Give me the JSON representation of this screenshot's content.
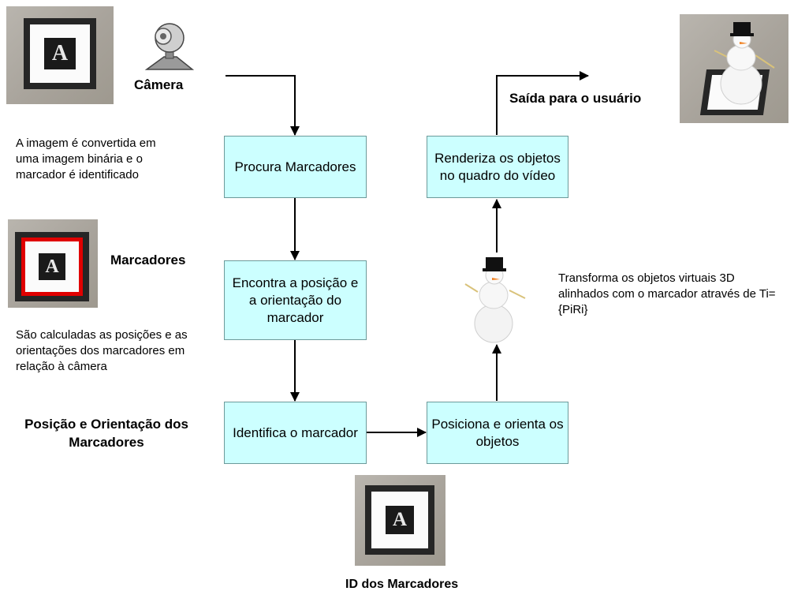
{
  "labels": {
    "camera": "Câmera",
    "output": "Saída para o usuário",
    "markers": "Marcadores",
    "pose": "Posição e Orientação dos Marcadores",
    "marker_id": "ID dos Marcadores"
  },
  "notes": {
    "binary": "A imagem é convertida em uma imagem binária e o marcador é identificado",
    "calculated": "São calculadas as posições e as orientações dos marcadores em relação à câmera",
    "transform": "Transforma os objetos virtuais 3D alinhados com o marcador através de Ti={PiRi}"
  },
  "steps": {
    "find": "Procura Marcadores",
    "locate": "Encontra a posição e a orientação do marcador",
    "identify": "Identifica o marcador",
    "position": "Posiciona e orienta os objetos",
    "render": "Renderiza os objetos no quadro do vídeo"
  },
  "marker_letter": "A",
  "icons": [
    "webcam-icon",
    "snowman-icon"
  ],
  "colors": {
    "step_fill": "#ccffff",
    "marker_highlight": "#e00000"
  }
}
